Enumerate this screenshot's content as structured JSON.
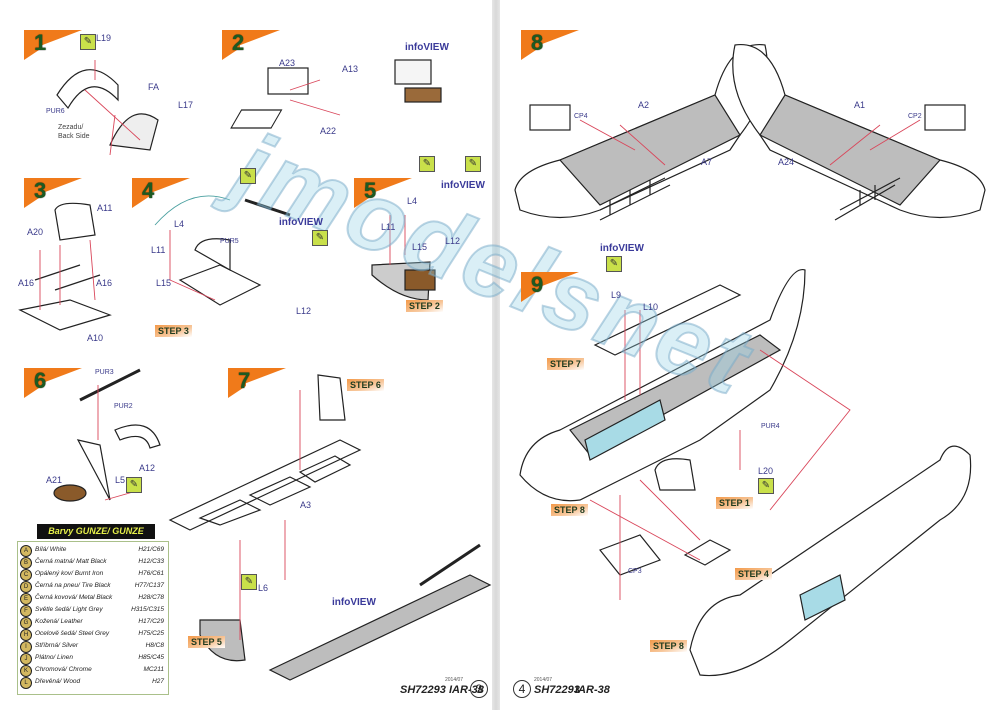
{
  "document": {
    "product_code": "SH72293",
    "model_name": "IAR-38",
    "print_date": "2014/07",
    "pages": [
      {
        "number": "3"
      },
      {
        "number": "4"
      }
    ]
  },
  "steps": [
    {
      "number": "1",
      "parts": [
        "L19",
        "FA",
        "L17",
        "PUR6"
      ],
      "notes": [
        "Zezadu/",
        "Back Side"
      ]
    },
    {
      "number": "2",
      "parts": [
        "A23",
        "A13",
        "A22"
      ],
      "info": "infoVIEW"
    },
    {
      "number": "3",
      "parts": [
        "A11",
        "A20",
        "A16",
        "A16",
        "A10"
      ]
    },
    {
      "number": "4",
      "parts": [
        "L4",
        "L11",
        "L15",
        "PUR5",
        "L12"
      ],
      "info": "infoVIEW",
      "ref": "STEP 3"
    },
    {
      "number": "5",
      "parts": [
        "L4",
        "L11",
        "L15",
        "L12"
      ],
      "info": "infoVIEW",
      "ref": "STEP 2"
    },
    {
      "number": "6",
      "parts": [
        "PUR3",
        "PUR2",
        "A12",
        "A21",
        "L5"
      ]
    },
    {
      "number": "7",
      "parts": [
        "A3",
        "L6"
      ],
      "info": "infoVIEW",
      "refs": [
        "STEP 6",
        "STEP 5"
      ]
    },
    {
      "number": "8",
      "parts": [
        "CP4",
        "A2",
        "A7",
        "A1",
        "CP2",
        "A24"
      ]
    },
    {
      "number": "9",
      "parts": [
        "L9",
        "L10",
        "PUR4",
        "L20",
        "CP3"
      ],
      "info": "infoVIEW",
      "refs": [
        "STEP 7",
        "STEP 8",
        "STEP 1",
        "STEP 4",
        "STEP 8"
      ]
    }
  ],
  "watermark": "jmodelsnet",
  "colour_table": {
    "title": "Barvy GUNZE/ GUNZE Colour No.",
    "rows": [
      {
        "code": "A",
        "name": "Bílá/ White",
        "ref": "H21/C69"
      },
      {
        "code": "B",
        "name": "Černá matná/ Matt Black",
        "ref": "H12/C33"
      },
      {
        "code": "C",
        "name": "Opálený kov/ Burnt Iron",
        "ref": "H76/C61"
      },
      {
        "code": "D",
        "name": "Černá na pneu/ Tire Black",
        "ref": "H77/C137"
      },
      {
        "code": "E",
        "name": "Černá kovová/ Metal Black",
        "ref": "H28/C78"
      },
      {
        "code": "F",
        "name": "Světle šedá/ Light Grey",
        "ref": "H315/C315"
      },
      {
        "code": "G",
        "name": "Kožená/ Leather",
        "ref": "H17/C29"
      },
      {
        "code": "H",
        "name": "Ocelově šedá/ Steel Grey",
        "ref": "H75/C25"
      },
      {
        "code": "I",
        "name": "Stříbrná/ Silver",
        "ref": "H8/C8"
      },
      {
        "code": "J",
        "name": "Plátno/ Linen",
        "ref": "H85/C45"
      },
      {
        "code": "K",
        "name": "Chromová/ Chrome",
        "ref": "MC211"
      },
      {
        "code": "L",
        "name": "Dřevěná/ Wood",
        "ref": "H27"
      }
    ]
  },
  "colors": {
    "step_flag": "#f07a1a",
    "step_number": "#1d5a22",
    "part_label": "#3a3a8a",
    "arrow": "#d9465a",
    "leader": "#5aa85a",
    "panel_grey": "#bdbdbd",
    "glass": "#a8dbe6",
    "wood": "#8a5a2a",
    "etch_icon": "#c9e04a"
  }
}
